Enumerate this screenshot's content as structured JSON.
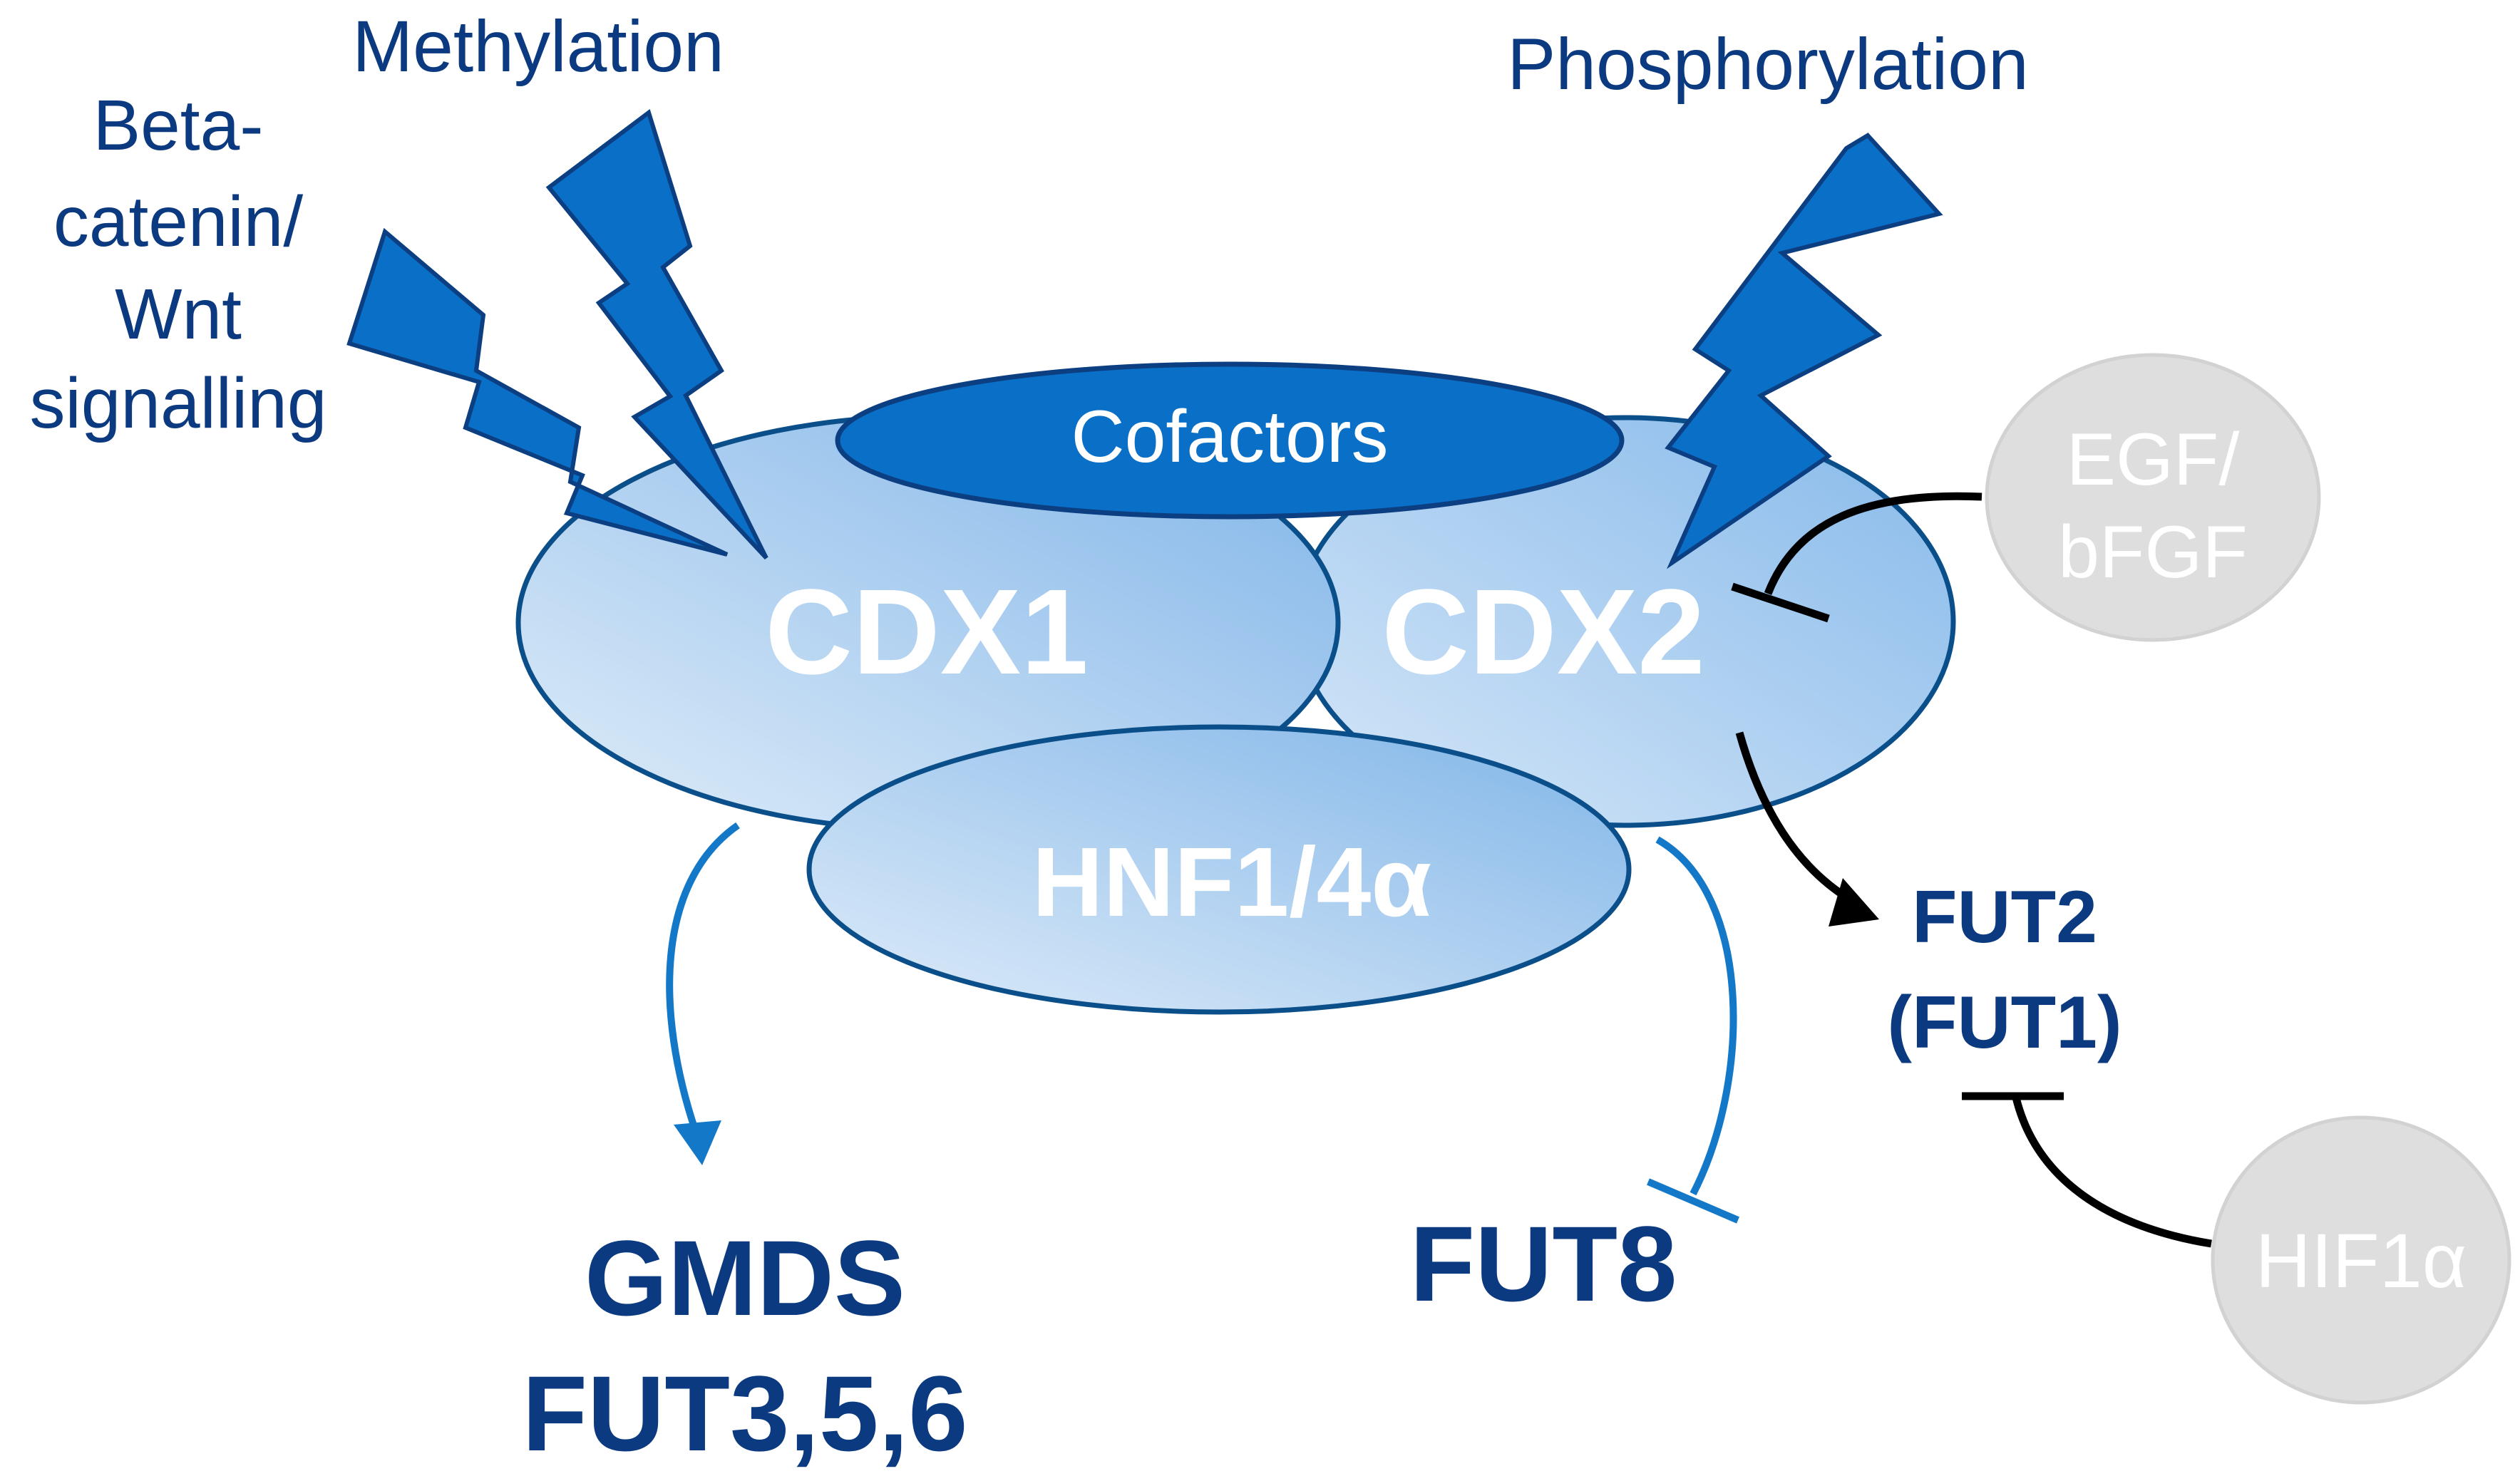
{
  "labels": {
    "methylation": "Methylation",
    "phosphorylation": "Phosphorylation",
    "beta_catenin": [
      "Beta-",
      "catenin/",
      "Wnt",
      "signalling"
    ],
    "cofactors": "Cofactors",
    "cdx1": "CDX1",
    "cdx2": "CDX2",
    "hnf": "HNF1/4α",
    "egf": [
      "EGF/",
      "bFGF"
    ],
    "fut2": [
      "FUT2",
      "(FUT1)"
    ],
    "hif": "HIF1α",
    "gmds": [
      "GMDS",
      "FUT3,5,6"
    ],
    "fut8": "FUT8"
  },
  "colors": {
    "text_dark": "#0b3a80",
    "bolt_blue": "#0a6fc6",
    "bolt_border": "#0b3f82",
    "ellipse_border": "#0b4f8a",
    "ellipse_fill_light": "#dbe9f8",
    "ellipse_fill_dark": "#86b9ea",
    "cofactors_fill": "#0a6fc6",
    "grey_node": "#dedede",
    "arrow_blue": "#1478c8",
    "arrow_black": "#000000"
  },
  "icons": {
    "signal_bolt": "lightning-bolt-icon",
    "activation": "arrow-head-icon",
    "inhibition": "t-bar-icon"
  }
}
